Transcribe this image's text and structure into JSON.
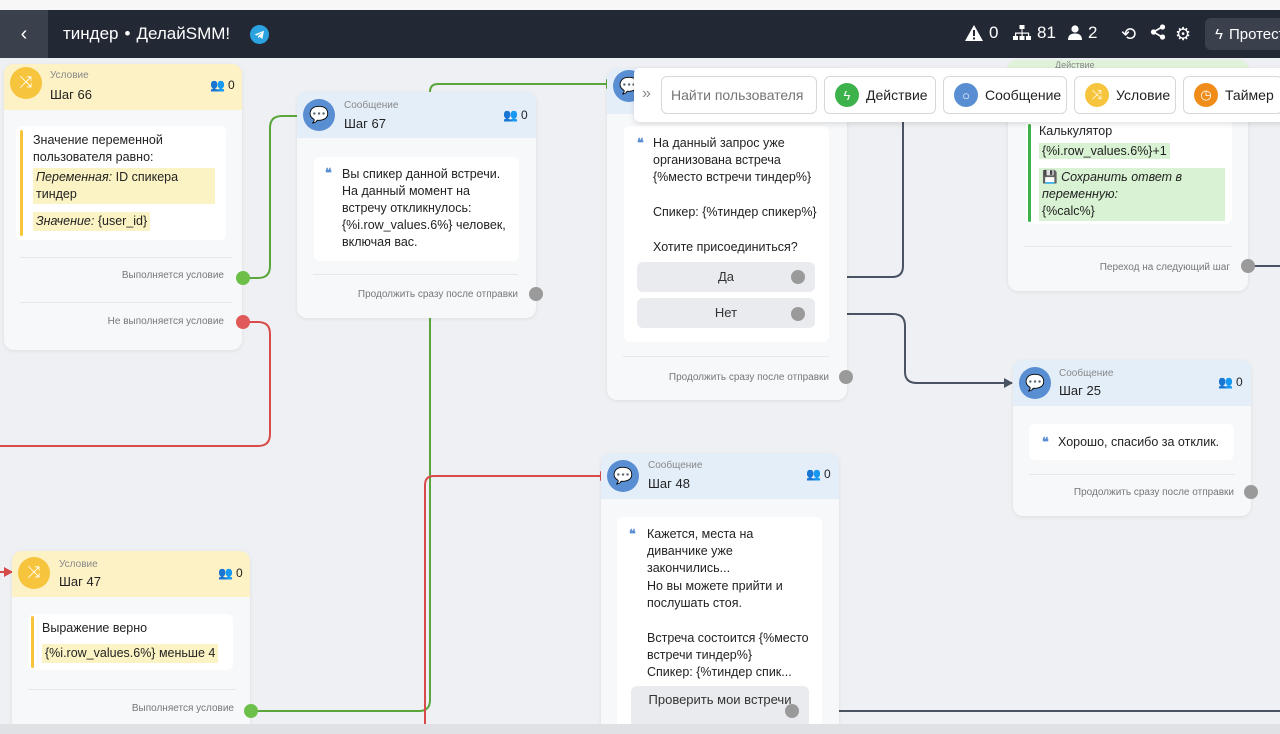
{
  "header": {
    "back_label": "‹",
    "bot_name": "тиндер",
    "separator": "•",
    "project_name": "ДелайSMM!",
    "warnings_count": "0",
    "steps_count": "81",
    "users_count": "2",
    "test_label": "Протест"
  },
  "toolbar": {
    "collapse_label": "»",
    "search_placeholder": "Найти пользователя",
    "action_label": "Действие",
    "message_label": "Сообщение",
    "condition_label": "Условие",
    "timer_label": "Таймер"
  },
  "nodes": {
    "step66": {
      "type": "Условие",
      "name": "Шаг 66",
      "count": "0",
      "line1": "Значение переменной пользователя равно:",
      "var_key": "Переменная:",
      "var_val": "ID спикера тиндер",
      "val_key": "Значение:",
      "val_val": "{user_id}",
      "out_true": "Выполняется условие",
      "out_false": "Не выполняется условие"
    },
    "step67": {
      "type": "Сообщение",
      "name": "Шаг 67",
      "count": "0",
      "text": "Вы спикер данной встречи. На данный момент на встречу откликнулось: {%i.row_values.6%} человек, включая вас.",
      "out": "Продолжить сразу после отправки"
    },
    "stepQ": {
      "text1": "На данный запрос уже организована встреча {%место встречи тиндер%}",
      "text2": "Спикер: {%тиндер спикер%}",
      "text3": "Хотите присоединиться?",
      "btn_yes": "Да",
      "btn_no": "Нет",
      "out": "Продолжить сразу после отправки"
    },
    "stepCalc": {
      "type_partial": "Действие",
      "title": "Калькулятор",
      "expr": "{%i.row_values.6%}+1",
      "save_label": "Сохранить ответ в переменную:",
      "save_var": "{%calc%}",
      "out": "Переход на следующий шаг"
    },
    "step25": {
      "type": "Сообщение",
      "name": "Шаг 25",
      "count": "0",
      "text": "Хорошо, спасибо за отклик.",
      "out": "Продолжить сразу после отправки"
    },
    "step48": {
      "type": "Сообщение",
      "name": "Шаг 48",
      "count": "0",
      "text1": "Кажется, места на диванчике уже закончились...",
      "text2": "Но вы можете прийти и послушать стоя.",
      "text3": "Встреча состоится {%место встречи тиндер%}",
      "text4": "Спикер: {%тиндер спик...",
      "btn": "Проверить мои встречи"
    },
    "step47": {
      "type": "Условие",
      "name": "Шаг 47",
      "count": "0",
      "line1": "Выражение верно",
      "expr": "{%i.row_values.6%} меньше 4",
      "out_true": "Выполняется условие"
    }
  },
  "colors": {
    "topbar": "#222834",
    "condition_accent": "#f7c53d",
    "message_accent": "#5a8ed2",
    "action_accent": "#3db24a",
    "timer_accent": "#f08c1a",
    "wire_green": "#5aa63c",
    "wire_red": "#d94b4b",
    "wire_dark": "#4a5363"
  }
}
